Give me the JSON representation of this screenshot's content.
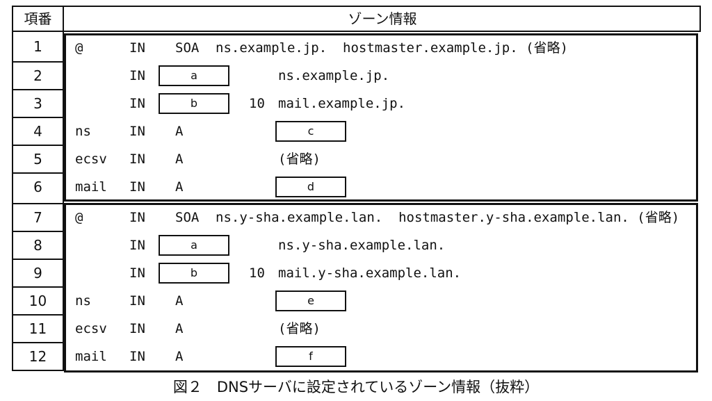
{
  "header": {
    "num_label": "項番",
    "zone_label": "ゾーン情報"
  },
  "rows": [
    {
      "no": "1",
      "name": "@",
      "cls": "IN",
      "type": "SOA",
      "pref": "",
      "value": "ns.example.jp.  hostmaster.example.jp. (省略)",
      "blank": ""
    },
    {
      "no": "2",
      "name": "",
      "cls": "IN",
      "type": "",
      "pref": "",
      "value": "ns.example.jp.",
      "blank": "a"
    },
    {
      "no": "3",
      "name": "",
      "cls": "IN",
      "type": "",
      "pref": "10",
      "value": "mail.example.jp.",
      "blank": "b"
    },
    {
      "no": "4",
      "name": "ns",
      "cls": "IN",
      "type": "A",
      "pref": "",
      "value": "",
      "blank": "c"
    },
    {
      "no": "5",
      "name": "ecsv",
      "cls": "IN",
      "type": "A",
      "pref": "",
      "value": "(省略)",
      "blank": ""
    },
    {
      "no": "6",
      "name": "mail",
      "cls": "IN",
      "type": "A",
      "pref": "",
      "value": "",
      "blank": "d"
    },
    {
      "no": "7",
      "name": "@",
      "cls": "IN",
      "type": "SOA",
      "pref": "",
      "value": "ns.y-sha.example.lan.  hostmaster.y-sha.example.lan. (省略)",
      "blank": ""
    },
    {
      "no": "8",
      "name": "",
      "cls": "IN",
      "type": "",
      "pref": "",
      "value": "ns.y-sha.example.lan.",
      "blank": "a"
    },
    {
      "no": "9",
      "name": "",
      "cls": "IN",
      "type": "",
      "pref": "10",
      "value": "mail.y-sha.example.lan.",
      "blank": "b"
    },
    {
      "no": "10",
      "name": "ns",
      "cls": "IN",
      "type": "A",
      "pref": "",
      "value": "",
      "blank": "e"
    },
    {
      "no": "11",
      "name": "ecsv",
      "cls": "IN",
      "type": "A",
      "pref": "",
      "value": "(省略)",
      "blank": ""
    },
    {
      "no": "12",
      "name": "mail",
      "cls": "IN",
      "type": "A",
      "pref": "",
      "value": "",
      "blank": "f"
    }
  ],
  "caption": "図２　DNSサーバに設定されているゾーン情報（抜粋）"
}
